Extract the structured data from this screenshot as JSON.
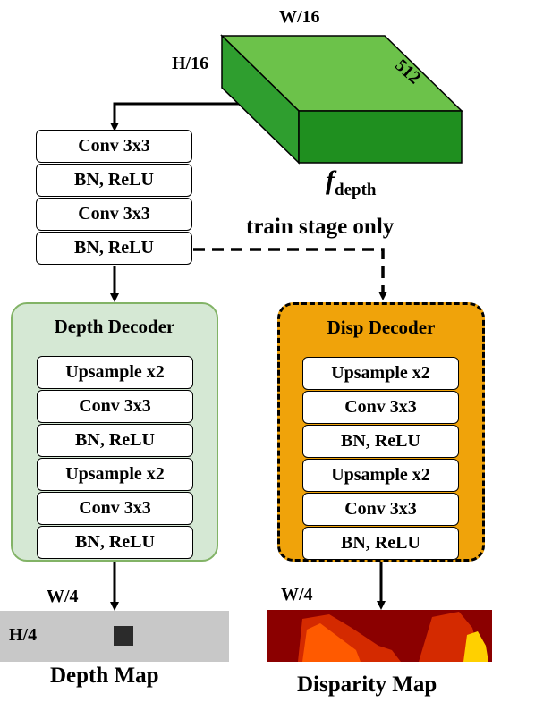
{
  "tensor": {
    "width_label": "W/16",
    "height_label": "H/16",
    "channels_label": "512",
    "name": "f",
    "name_subscript": "depth",
    "colors": {
      "front": "#1f8f1f",
      "top": "#6cc24a",
      "side": "#2f9e2f"
    }
  },
  "shared_block": {
    "layers": [
      "Conv 3x3",
      "BN, ReLU",
      "Conv 3x3",
      "BN, ReLU"
    ]
  },
  "train_only_label": "train stage only",
  "depth_decoder": {
    "title": "Depth Decoder",
    "layers": [
      "Upsample x2",
      "Conv 3x3",
      "BN, ReLU",
      "Upsample x2",
      "Conv 3x3",
      "BN, ReLU"
    ],
    "fill": "#d5e8d4",
    "border": "#82b366"
  },
  "disp_decoder": {
    "title": "Disp Decoder",
    "layers": [
      "Upsample x2",
      "Conv 3x3",
      "BN, ReLU",
      "Upsample x2",
      "Conv 3x3",
      "BN, ReLU"
    ],
    "fill": "#f0a30a",
    "border": "#000000"
  },
  "depth_map": {
    "width_label": "W/4",
    "height_label": "H/4",
    "title": "Depth Map",
    "fill": "#c8c8c8"
  },
  "disparity_map": {
    "width_label": "W/4",
    "title": "Disparity Map",
    "colors": [
      "#8b0000",
      "#d42a00",
      "#ff5a00",
      "#ffd000"
    ]
  }
}
